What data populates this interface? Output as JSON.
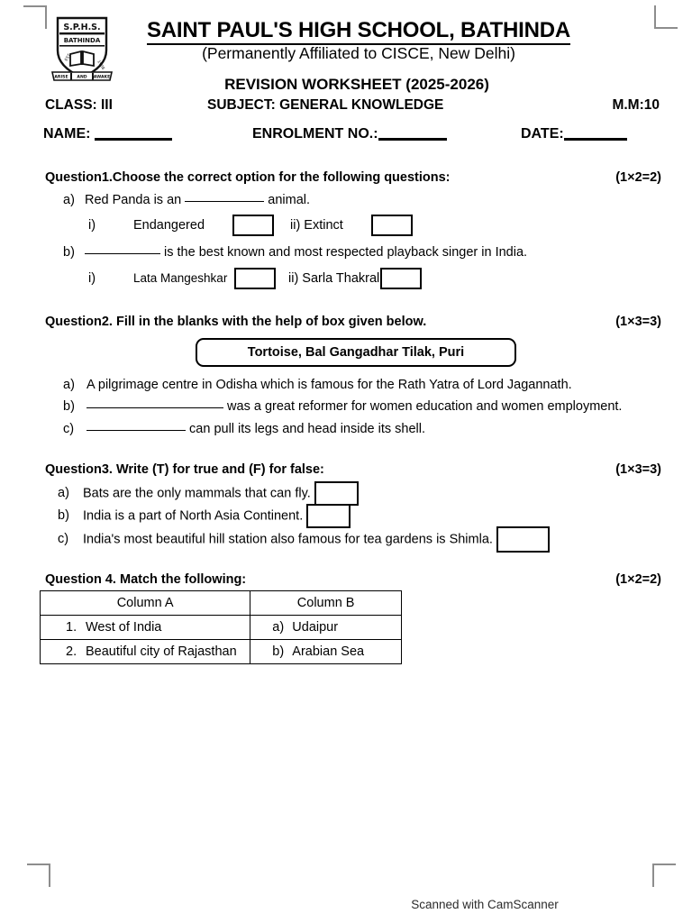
{
  "header": {
    "school_name": "SAINT PAUL'S HIGH SCHOOL, BATHINDA",
    "affiliation": "(Permanently Affiliated to CISCE, New Delhi)",
    "worksheet_title": "REVISION WORKSHEET (2025-2026)",
    "class_label": "CLASS: III",
    "subject_label": "SUBJECT: GENERAL KNOWLEDGE",
    "max_marks_label": "M.M:10",
    "crest": {
      "initials": "S.P.H.S.",
      "city": "BATHINDA",
      "motto_left": "ARISE",
      "motto_mid": "AND",
      "motto_right": "AWAKE"
    }
  },
  "fields": {
    "name_label": "NAME:",
    "enrolment_label": "ENROLMENT NO.:",
    "date_label": "DATE:"
  },
  "questions": [
    {
      "heading": "Question1.Choose the correct option for the following questions:",
      "marks": "(1×2=2)",
      "parts": [
        {
          "tag": "a)",
          "text_before": "Red Panda is an",
          "text_after": "animal.",
          "option_i_tag": "i)",
          "option_i_label": "Endangered",
          "option_ii_label": "ii) Extinct"
        },
        {
          "tag": "b)",
          "text_after": "is the best known and most respected playback singer in India.",
          "option_i_tag": "i)",
          "option_i_label": "Lata Mangeshkar",
          "option_ii_label": "ii) Sarla Thakral"
        }
      ]
    },
    {
      "heading": "Question2. Fill in the blanks with the help of box given below.",
      "marks": "(1×3=3)",
      "word_box": "Tortoise, Bal Gangadhar Tilak, Puri",
      "parts": [
        {
          "tag": "a)",
          "text": "A pilgrimage centre in Odisha which is famous for the Rath Yatra of Lord Jagannath."
        },
        {
          "tag": "b)",
          "text": "was a great reformer for women education and women employment."
        },
        {
          "tag": "c)",
          "text": "can pull its legs and head inside its shell."
        }
      ]
    },
    {
      "heading": "Question3. Write (T) for true and (F) for false:",
      "marks": "(1×3=3)",
      "parts": [
        {
          "tag": "a)",
          "text": "Bats are the only mammals that can fly."
        },
        {
          "tag": "b)",
          "text": "India is a part of North Asia Continent."
        },
        {
          "tag": "c)",
          "text": "India's most beautiful hill station also famous for tea gardens is Shimla."
        }
      ]
    },
    {
      "heading": "Question 4.  Match the following:",
      "marks": "(1×2=2)",
      "table": {
        "headers": [
          "Column A",
          "Column B"
        ],
        "rows": [
          {
            "a_num": "1.",
            "a_text": "West of India",
            "b_tag": "a)",
            "b_text": "Udaipur"
          },
          {
            "a_num": "2.",
            "a_text": "Beautiful city of Rajasthan",
            "b_tag": "b)",
            "b_text": "Arabian Sea"
          }
        ]
      }
    }
  ],
  "footer": {
    "scanner_note": "Scanned with CamScanner"
  }
}
